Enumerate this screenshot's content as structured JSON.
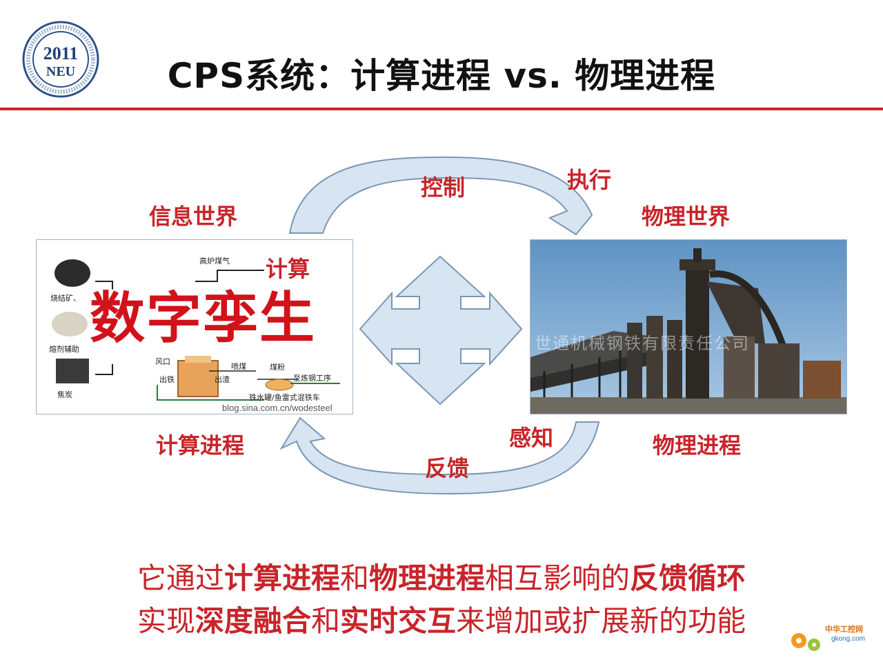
{
  "header": {
    "title": "CPS系统：计算进程 vs. 物理进程",
    "logo_year": "2011",
    "logo_abbr": "NEU"
  },
  "diagram": {
    "cyber_world": "信息世界",
    "physical_world": "物理世界",
    "cyber_process": "计算进程",
    "physical_process": "物理进程",
    "control": "控制",
    "actuate": "执行",
    "feedback": "反馈",
    "sense": "感知",
    "compute": "计算",
    "digital_twin": "数字孪生"
  },
  "left_panel": {
    "labels": [
      "高炉煤气",
      "烧结矿、",
      "熔剂辅助",
      "焦炭",
      "风口",
      "出铁",
      "出渣",
      "喷煤",
      "煤粉",
      "至炼钢工序",
      "铁水罐/鱼雷式混铁车"
    ],
    "watermark": "blog.sina.com.cn/wodesteel"
  },
  "right_panel": {
    "watermark": "世通机械钢铁有限责任公司"
  },
  "summary": {
    "line1": [
      {
        "text": "它通过",
        "bold": false
      },
      {
        "text": "计算进程",
        "bold": true
      },
      {
        "text": "和",
        "bold": false
      },
      {
        "text": "物理进程",
        "bold": true
      },
      {
        "text": "相互影响的",
        "bold": false
      },
      {
        "text": "反馈循环",
        "bold": true
      }
    ],
    "line2": [
      {
        "text": "实现",
        "bold": false
      },
      {
        "text": "深度融合",
        "bold": true
      },
      {
        "text": "和",
        "bold": false
      },
      {
        "text": "实时交互",
        "bold": true
      },
      {
        "text": "来增加或扩展新的功能",
        "bold": false
      }
    ]
  },
  "footer_logo": {
    "name": "中华工控网",
    "url": "gkong.com"
  },
  "colors": {
    "accent_red": "#c8242a",
    "arrow_fill": "#d7e4f1",
    "arrow_stroke": "#7a96b4"
  }
}
